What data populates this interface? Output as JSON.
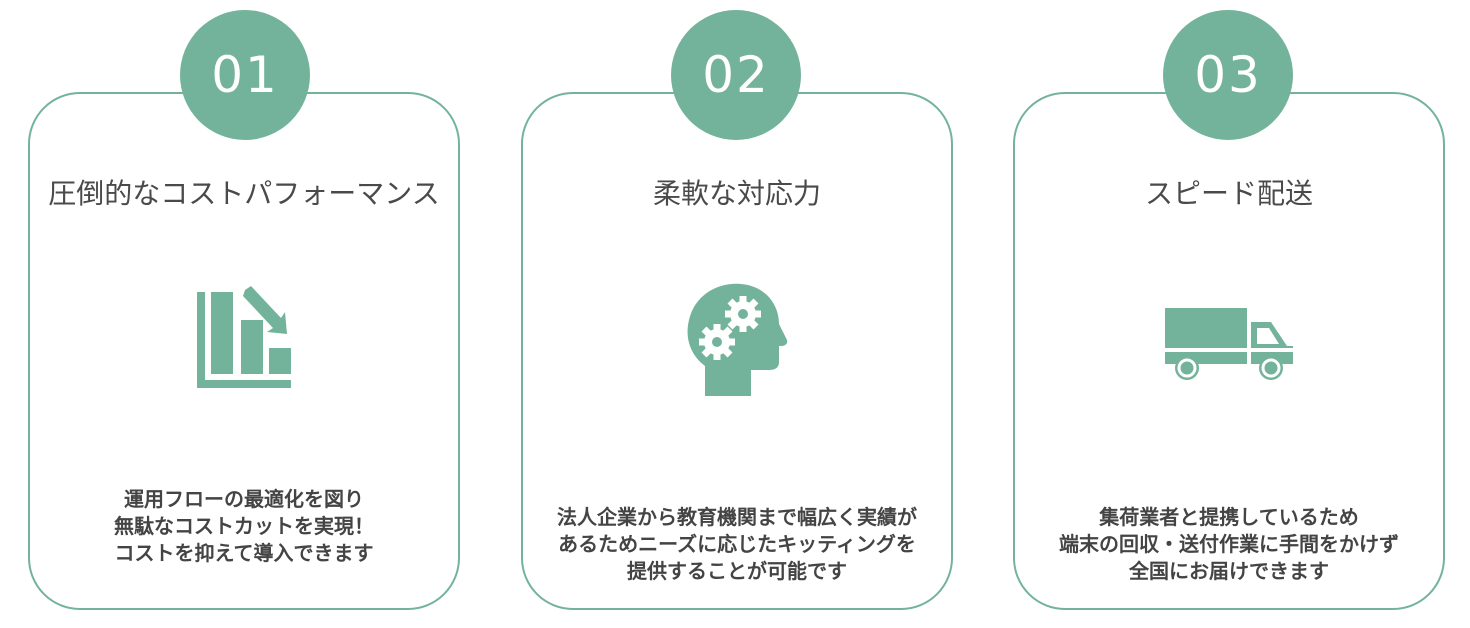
{
  "accent": "#74b39b",
  "features": [
    {
      "number": "01",
      "title": "圧倒的なコストパフォーマンス",
      "icon": "chart-decrease-icon",
      "lines": [
        "運用フローの最適化を図り",
        "無駄なコストカットを実現！",
        "コストを抑えて導入できます"
      ]
    },
    {
      "number": "02",
      "title": "柔軟な対応力",
      "icon": "head-gears-icon",
      "lines": [
        "法人企業から教育機関まで幅広く実績が",
        "あるためニーズに応じたキッティングを",
        "提供することが可能です"
      ]
    },
    {
      "number": "03",
      "title": "スピード配送",
      "icon": "truck-icon",
      "lines": [
        "集荷業者と提携しているため",
        "端末の回収・送付作業に手間をかけず",
        "全国にお届けできます"
      ]
    }
  ]
}
